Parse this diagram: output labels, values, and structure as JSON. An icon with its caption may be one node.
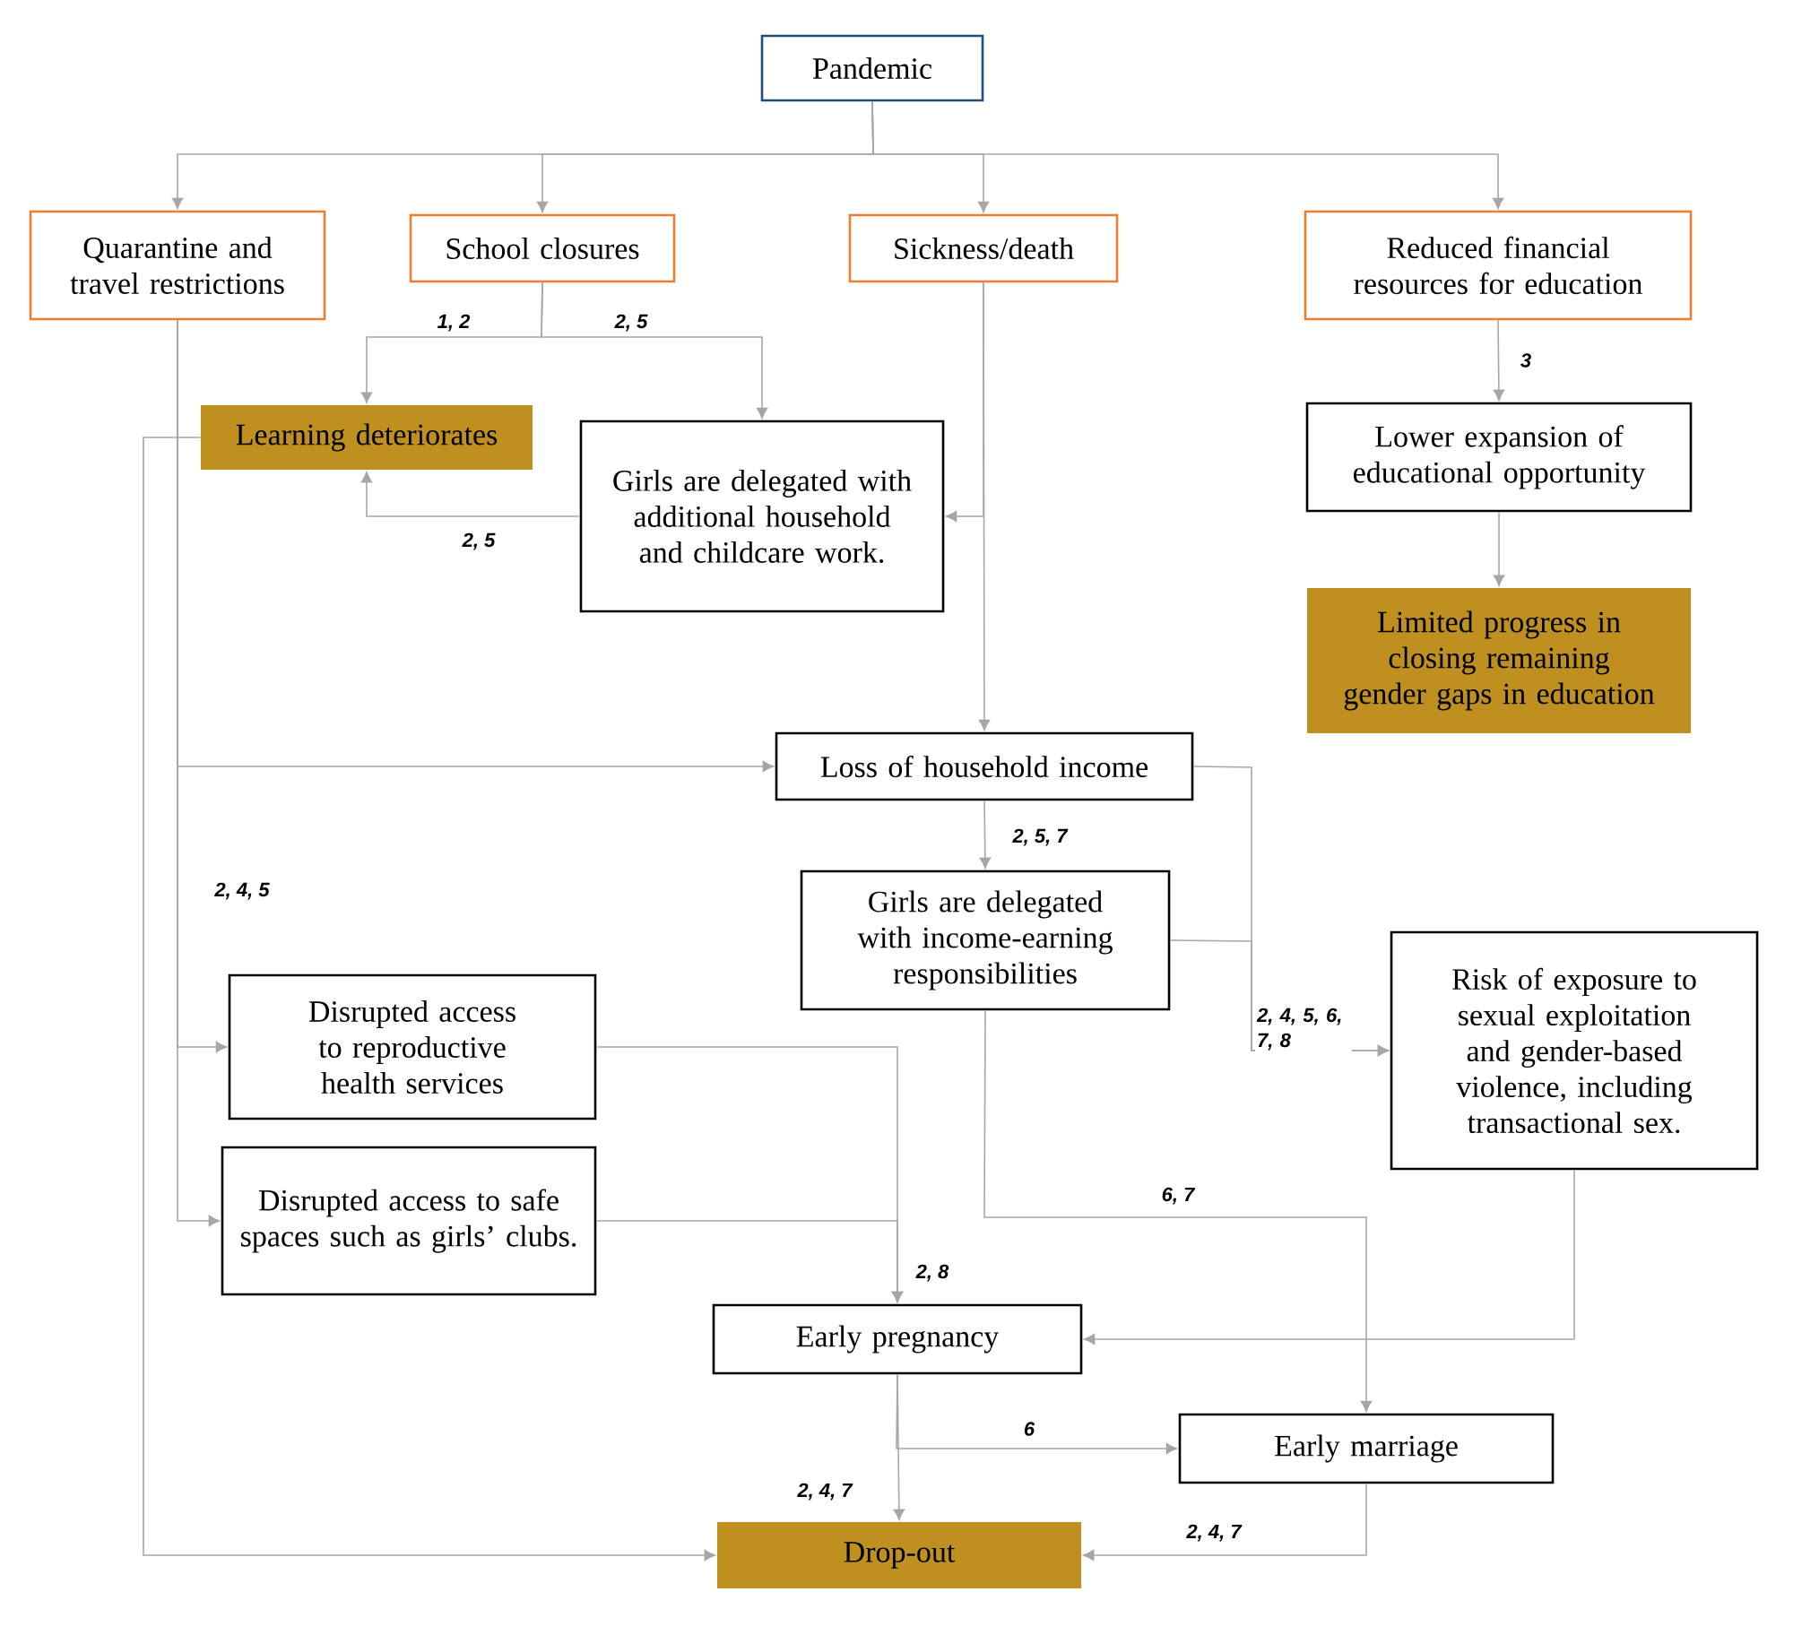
{
  "diagram": {
    "nodes": [
      {
        "text": [
          "Pandemic"
        ]
      },
      {
        "text": [
          "Quarantine and travel restrictions"
        ]
      },
      {
        "text": [
          "School closures"
        ]
      },
      {
        "text": [
          "Sickness/death"
        ]
      },
      {
        "text": [
          "Reduced financial resources for education"
        ]
      },
      {
        "text": [
          "Learning deteriorates"
        ]
      },
      {
        "text": [
          "Girls are delegated with additional household and childcare work."
        ]
      },
      {
        "text": [
          "Lower expansion of educational opportunity"
        ]
      },
      {
        "text": [
          "Limited progress in closing remaining gender gaps in education"
        ]
      },
      {
        "text": [
          "Loss of household income"
        ]
      },
      {
        "text": [
          "Girls are delegated with income-earning responsibilities"
        ]
      },
      {
        "text": [
          "Risk of exposure to sexual exploitation and gender-based violence, including transactional sex."
        ]
      },
      {
        "text": [
          "Disrupted access to reproductive health services"
        ]
      },
      {
        "text": [
          "Disrupted access to safe spaces such as girls’ clubs."
        ]
      },
      {
        "text": [
          "Early pregnancy"
        ]
      },
      {
        "text": [
          "Early marriage"
        ]
      },
      {
        "text": [
          "Drop-out"
        ]
      }
    ],
    "edges": [
      {
        "from": 0,
        "to": 1,
        "arrow": "to"
      },
      {
        "from": 0,
        "to": 2,
        "arrow": "to"
      },
      {
        "from": 0,
        "to": 3,
        "arrow": "to"
      },
      {
        "from": 0,
        "to": 4,
        "arrow": "to"
      },
      {
        "from": 2,
        "to": 5,
        "arrow": "to",
        "label": "1, 2"
      },
      {
        "from": 2,
        "to": 6,
        "arrow": "to",
        "label": "2, 5"
      },
      {
        "from": 6,
        "to": 5,
        "arrow": "to",
        "label": "2, 5"
      },
      {
        "from": 3,
        "to": 6,
        "arrow": "to"
      },
      {
        "from": 3,
        "to": 9,
        "arrow": "to"
      },
      {
        "from": 4,
        "to": 7,
        "arrow": "to",
        "label": "3"
      },
      {
        "from": 7,
        "to": 8,
        "arrow": "to"
      },
      {
        "from": 1,
        "to": 9,
        "arrow": "to"
      },
      {
        "from": 1,
        "to": 12,
        "arrow": "to",
        "label": "2, 4, 5"
      },
      {
        "from": 1,
        "to": 13,
        "arrow": "to"
      },
      {
        "from": 5,
        "to": 16,
        "arrow": "to"
      },
      {
        "from": 9,
        "to": 10,
        "arrow": "to",
        "label": "2, 5, 7"
      },
      {
        "from": 9,
        "to": 11,
        "arrow": "to",
        "label": "2, 4, 5, 6, 7, 8"
      },
      {
        "from": 10,
        "to": 11,
        "arrow": "to"
      },
      {
        "from": 12,
        "to": 14,
        "arrow": "to",
        "label": "2, 8"
      },
      {
        "from": 13,
        "to": 14,
        "arrow": "to"
      },
      {
        "from": 10,
        "to": 15,
        "arrow": "to",
        "label": "6, 7"
      },
      {
        "from": 11,
        "to": 14,
        "arrow": "to"
      },
      {
        "from": 14,
        "to": 16,
        "arrow": "to",
        "label": "2, 4, 7"
      },
      {
        "from": 14,
        "to": 15,
        "arrow": "to",
        "label": "6"
      },
      {
        "from": 15,
        "to": 16,
        "arrow": "to",
        "label": "2, 4, 7"
      }
    ]
  }
}
